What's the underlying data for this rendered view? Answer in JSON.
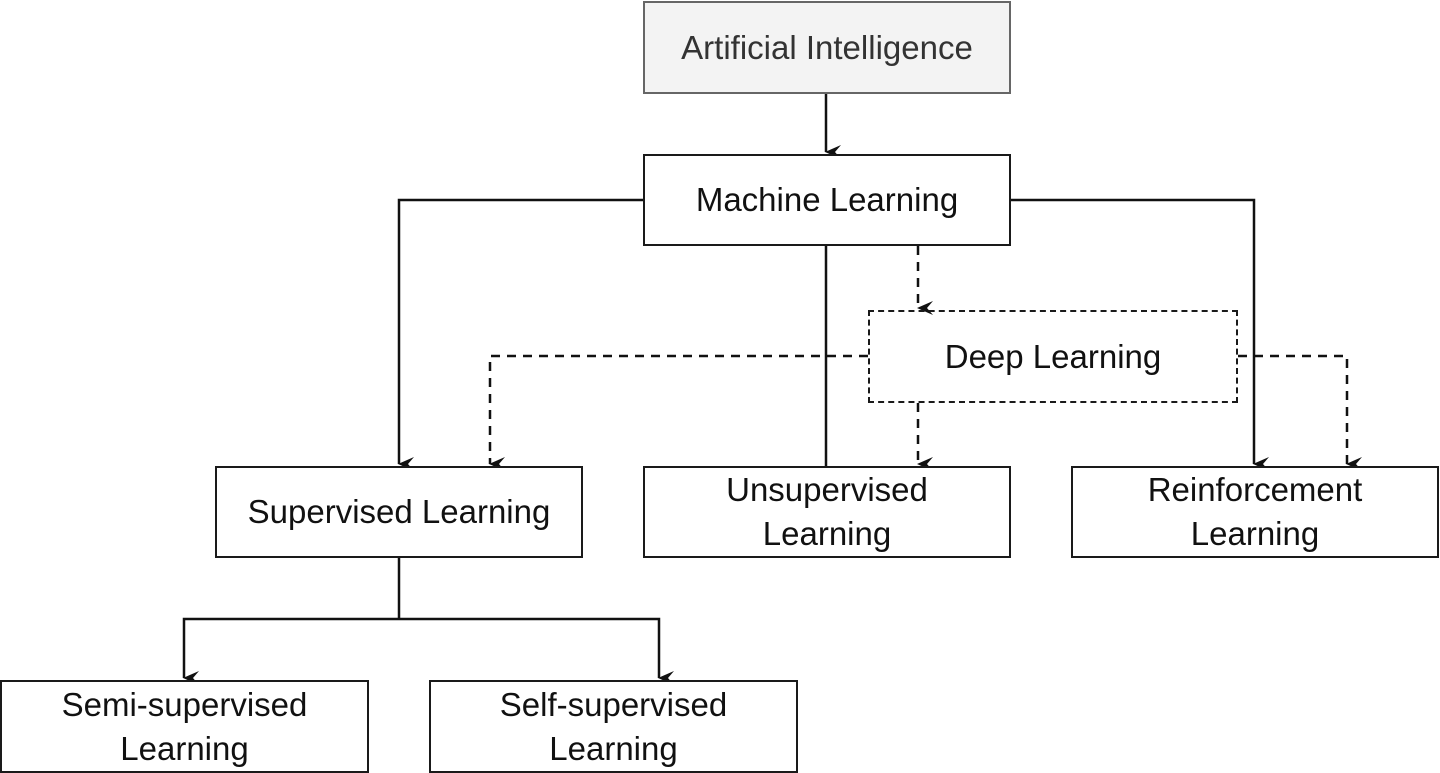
{
  "diagram": {
    "nodes": {
      "ai": "Artificial Intelligence",
      "ml": "Machine Learning",
      "dl": "Deep Learning",
      "supervised": "Supervised Learning",
      "unsupervised_1": "Unsupervised",
      "unsupervised_2": "Learning",
      "reinforcement_1": "Reinforcement",
      "reinforcement_2": "Learning",
      "semi_1": "Semi-supervised",
      "semi_2": "Learning",
      "self_1": "Self-supervised",
      "self_2": "Learning"
    },
    "edges": [
      {
        "from": "Artificial Intelligence",
        "to": "Machine Learning",
        "style": "solid"
      },
      {
        "from": "Machine Learning",
        "to": "Supervised Learning",
        "style": "solid"
      },
      {
        "from": "Machine Learning",
        "to": "Unsupervised Learning",
        "style": "solid"
      },
      {
        "from": "Machine Learning",
        "to": "Reinforcement Learning",
        "style": "solid"
      },
      {
        "from": "Machine Learning",
        "to": "Deep Learning",
        "style": "dashed"
      },
      {
        "from": "Deep Learning",
        "to": "Supervised Learning",
        "style": "dashed"
      },
      {
        "from": "Deep Learning",
        "to": "Unsupervised Learning",
        "style": "dashed"
      },
      {
        "from": "Deep Learning",
        "to": "Reinforcement Learning",
        "style": "dashed"
      },
      {
        "from": "Supervised Learning",
        "to": "Semi-supervised Learning",
        "style": "solid"
      },
      {
        "from": "Supervised Learning",
        "to": "Self-supervised Learning",
        "style": "solid"
      }
    ]
  }
}
